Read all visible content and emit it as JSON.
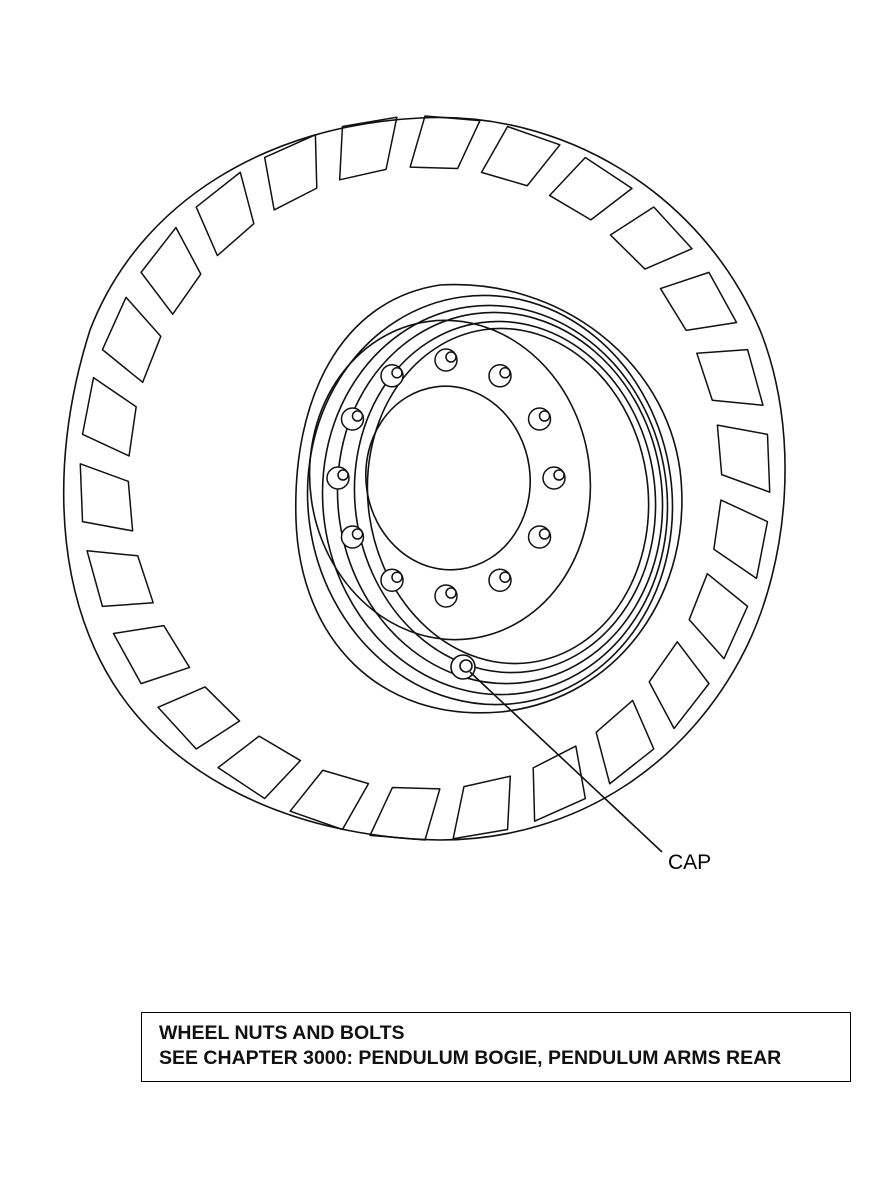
{
  "diagram": {
    "callout": {
      "label": "CAP"
    },
    "note": {
      "line1": "WHEEL NUTS AND BOLTS",
      "line2": "SEE CHAPTER 3000: PENDULUM BOGIE, PENDULUM ARMS REAR"
    },
    "wheel": {
      "lug_count": 12
    }
  }
}
